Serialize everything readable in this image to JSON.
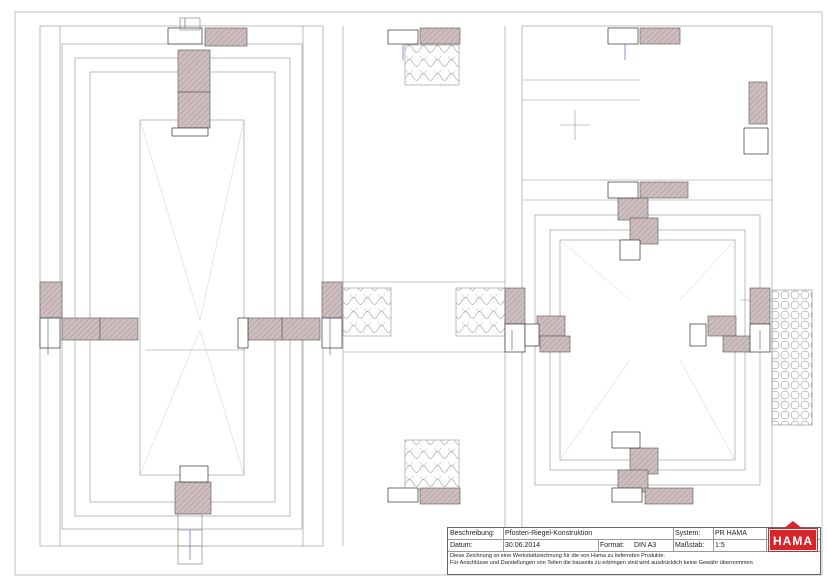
{
  "titleblock": {
    "beschreibung_label": "Beschreibung:",
    "beschreibung_value": "Pfosten-Riegel-Konstruktion",
    "system_label": "System:",
    "system_value": "PR HAMA",
    "datum_label": "Datum:",
    "datum_value": "30.06.2014",
    "format_label": "Format:",
    "format_value": "DIN A3",
    "massstab_label": "Maßstab:",
    "massstab_value": "1:5",
    "note_line1": "Diese Zeichnung ist eine Werkstattzeichnung für die von Hama zu liefernden Produkte.",
    "note_line2": "Für Anschlüsse und Darstellungen von Teilen die bauseits zu erbringen sind wird ausdrücklich keine Gewähr übernommen"
  },
  "logo": {
    "text": "HAMA",
    "color": "#d7262b"
  },
  "colors": {
    "wood": "#c8b8b8",
    "line": "#555555",
    "frame": "#888888"
  }
}
